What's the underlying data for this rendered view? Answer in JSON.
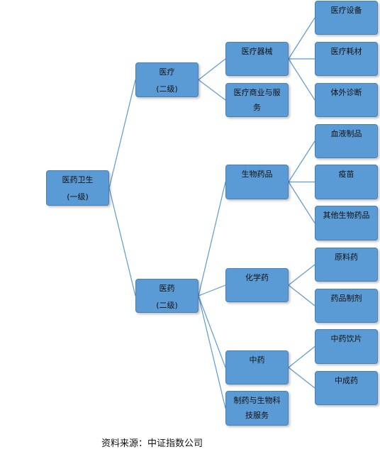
{
  "nodes": {
    "root": {
      "line1": "医药卫生",
      "line2": "(一级)"
    },
    "medical": {
      "line1": "医疗",
      "line2": "(二级)"
    },
    "pharma": {
      "line1": "医药",
      "line2": "(二级)"
    },
    "devices": {
      "line1": "医疗器械"
    },
    "services": {
      "line1": "医疗商业与服",
      "line2": "务"
    },
    "equipment": {
      "line1": "医疗设备"
    },
    "consumables": {
      "line1": "医疗耗材"
    },
    "ivd": {
      "line1": "体外诊断"
    },
    "bio": {
      "line1": "生物药品"
    },
    "blood": {
      "line1": "血液制品"
    },
    "vaccine": {
      "line1": "疫苗"
    },
    "otherbio": {
      "line1": "其他生物药品"
    },
    "chem": {
      "line1": "化学药"
    },
    "api": {
      "line1": "原料药"
    },
    "prep": {
      "line1": "药品制剂"
    },
    "tcm": {
      "line1": "中药"
    },
    "tcmpieces": {
      "line1": "中药饮片"
    },
    "tcmpatent": {
      "line1": "中成药"
    },
    "cro": {
      "line1": "制药与生物科",
      "line2": "技服务"
    }
  },
  "source": "资料来源：中证指数公司",
  "colors": {
    "box_fill": "#5b9bd5",
    "box_border": "#4a7fb0",
    "connector": "#5b9bd5"
  }
}
